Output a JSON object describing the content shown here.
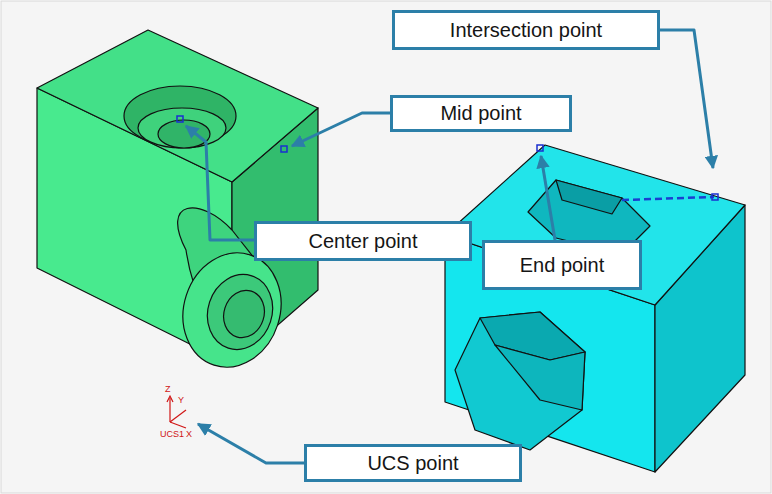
{
  "diagram": {
    "nodes": [
      {
        "text": [
          "Intersection point"
        ]
      },
      {
        "text": [
          "Mid point"
        ]
      },
      {
        "text": [
          "Center point"
        ]
      },
      {
        "text": [
          "End point"
        ]
      },
      {
        "text": [
          "UCS point"
        ]
      }
    ],
    "labels": [
      "Z",
      "Y",
      "UCS1",
      "X"
    ]
  }
}
